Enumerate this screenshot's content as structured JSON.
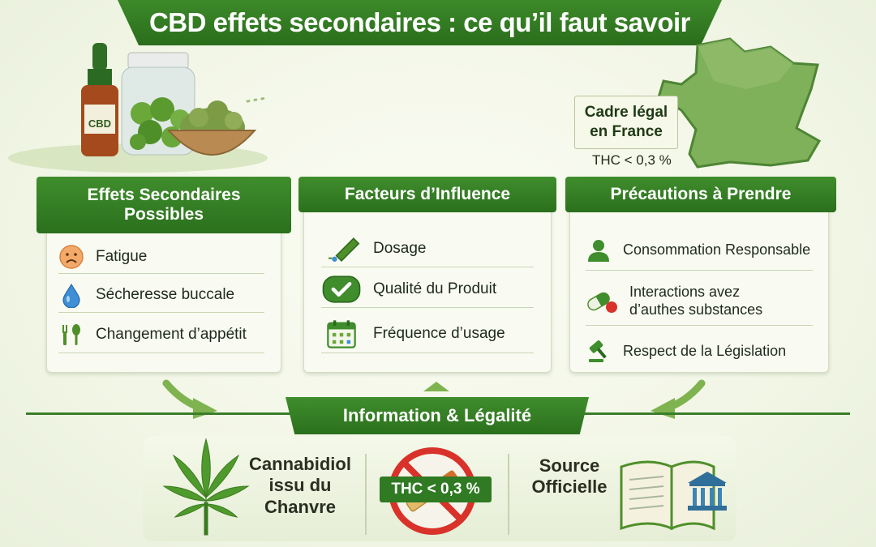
{
  "title": "CBD effets secondaires : ce qu’il faut savoir",
  "hero": {
    "bottle_label": "CBD",
    "legal_box": {
      "line1": "Cadre légal",
      "line2": "en France"
    },
    "legal_sub": "THC < 0,3 %"
  },
  "panels": {
    "effects": {
      "header_line1": "Effets Secondaires",
      "header_line2": "Possibles",
      "items": [
        "Fatigue",
        "Sécheresse buccale",
        "Changement d’appétit"
      ]
    },
    "factors": {
      "header": "Facteurs d’Influence",
      "items": [
        "Dosage",
        "Qualité du Produit",
        "Fréquence d’usage"
      ]
    },
    "precautions": {
      "header": "Précautions à Prendre",
      "items": [
        {
          "line1": "Consommation Responsable",
          "line2": ""
        },
        {
          "line1": "Interactions avez",
          "line2": "d’authes substances"
        },
        {
          "line1": "Respect de la Législation",
          "line2": ""
        }
      ]
    }
  },
  "bottom": {
    "banner": "Information & Légalité",
    "left_text": [
      "Cannabidiol",
      "issu du",
      "Chanvre"
    ],
    "thc_badge": "THC < 0,3 %",
    "right_text": [
      "Source",
      "Officielle"
    ]
  },
  "colors": {
    "primary_green": "#2f7a22",
    "light_bg": "#f9fbf2",
    "warning_red": "#d8322a"
  }
}
